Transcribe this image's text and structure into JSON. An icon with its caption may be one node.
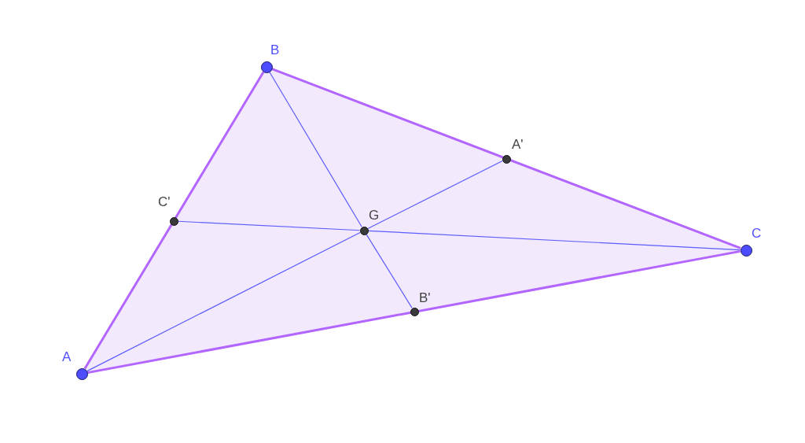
{
  "diagram": {
    "nodes": [
      {
        "text": [
          "A"
        ]
      },
      {
        "text": [
          "B"
        ]
      },
      {
        "text": [
          "C"
        ]
      },
      {
        "text": [
          "A'"
        ]
      },
      {
        "text": [
          "B'"
        ]
      },
      {
        "text": [
          "C'"
        ]
      },
      {
        "text": [
          "G"
        ]
      }
    ],
    "edges": [
      {
        "from": 0,
        "to": 1,
        "arrow": "none",
        "style": "thick",
        "color": "#b266ff"
      },
      {
        "from": 1,
        "to": 2,
        "arrow": "none",
        "style": "thick",
        "color": "#b266ff"
      },
      {
        "from": 2,
        "to": 0,
        "arrow": "none",
        "style": "thick",
        "color": "#b266ff"
      },
      {
        "from": 0,
        "to": 6,
        "arrow": "none"
      },
      {
        "from": 6,
        "to": 3,
        "arrow": "none"
      },
      {
        "from": 1,
        "to": 6,
        "arrow": "none"
      },
      {
        "from": 6,
        "to": 4,
        "arrow": "none"
      },
      {
        "from": 2,
        "to": 6,
        "arrow": "none"
      },
      {
        "from": 6,
        "to": 5,
        "arrow": "none"
      }
    ]
  }
}
